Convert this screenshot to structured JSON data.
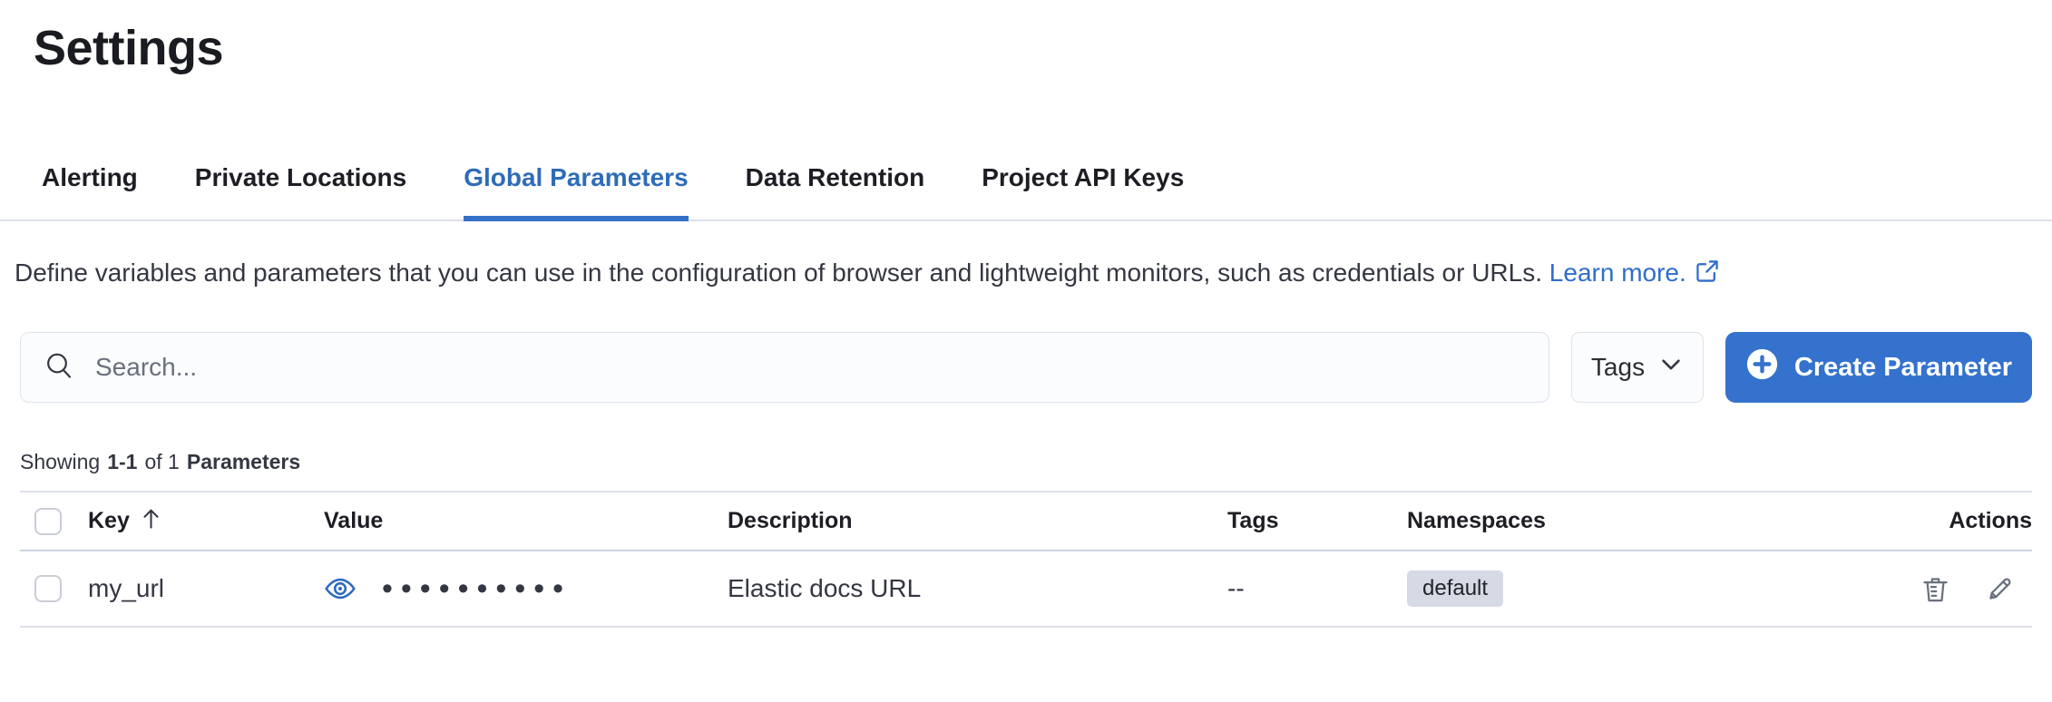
{
  "page": {
    "title": "Settings"
  },
  "tabs": [
    {
      "label": "Alerting",
      "active": false
    },
    {
      "label": "Private Locations",
      "active": false
    },
    {
      "label": "Global Parameters",
      "active": true
    },
    {
      "label": "Data Retention",
      "active": false
    },
    {
      "label": "Project API Keys",
      "active": false
    }
  ],
  "description": {
    "text": "Define variables and parameters that you can use in the configuration of browser and lightweight monitors, such as credentials or URLs.",
    "link_label": "Learn more."
  },
  "toolbar": {
    "search_placeholder": "Search...",
    "search_value": "",
    "tags_button_label": "Tags",
    "create_button_label": "Create Parameter"
  },
  "summary": {
    "prefix": "Showing",
    "range": "1-1",
    "middle": "of 1",
    "entity": "Parameters"
  },
  "table": {
    "headers": {
      "key": "Key",
      "value": "Value",
      "description": "Description",
      "tags": "Tags",
      "namespaces": "Namespaces",
      "actions": "Actions"
    },
    "sort": {
      "column": "Key",
      "direction": "ascending"
    },
    "rows": [
      {
        "key": "my_url",
        "masked_value": "••••••••••",
        "description": "Elastic docs URL",
        "tags": "--",
        "namespace_badge": "default"
      }
    ]
  },
  "icons": [
    "search-icon",
    "chevron-down-icon",
    "plus-in-circle-icon",
    "external-link-icon",
    "eye-icon",
    "sort-up-icon",
    "trash-icon",
    "pencil-icon"
  ],
  "colors": {
    "accent_blue": "#3472cd",
    "active_tab_blue": "#2e6cb8",
    "link_blue": "#2f6dc9",
    "text_dark": "#343741",
    "heading_dark": "#1a1c21",
    "muted_gray": "#69707d",
    "border_gray": "#dde1ea",
    "badge_bg": "#d5dae5"
  }
}
